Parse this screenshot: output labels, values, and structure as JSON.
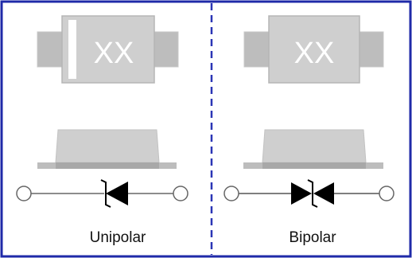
{
  "panels": {
    "unipolar": {
      "marking": "XX",
      "caption": "Unipolar"
    },
    "bipolar": {
      "marking": "XX",
      "caption": "Bipolar"
    }
  },
  "colors": {
    "border": "#1f2aa8",
    "divider": "#2a35b5",
    "body_fill": "#cfcfcf",
    "body_stroke": "#b5b5b5",
    "lead_fill": "#bdbdbd",
    "marking_text": "#ffffff",
    "side_view_top": "#cfcfcf",
    "side_view_base": "#a8a8a8",
    "symbol": "#000000",
    "wire": "#666666"
  },
  "icons": {
    "unipolar_symbol": "tvs-diode-unidirectional-icon",
    "bipolar_symbol": "tvs-diode-bidirectional-icon"
  }
}
